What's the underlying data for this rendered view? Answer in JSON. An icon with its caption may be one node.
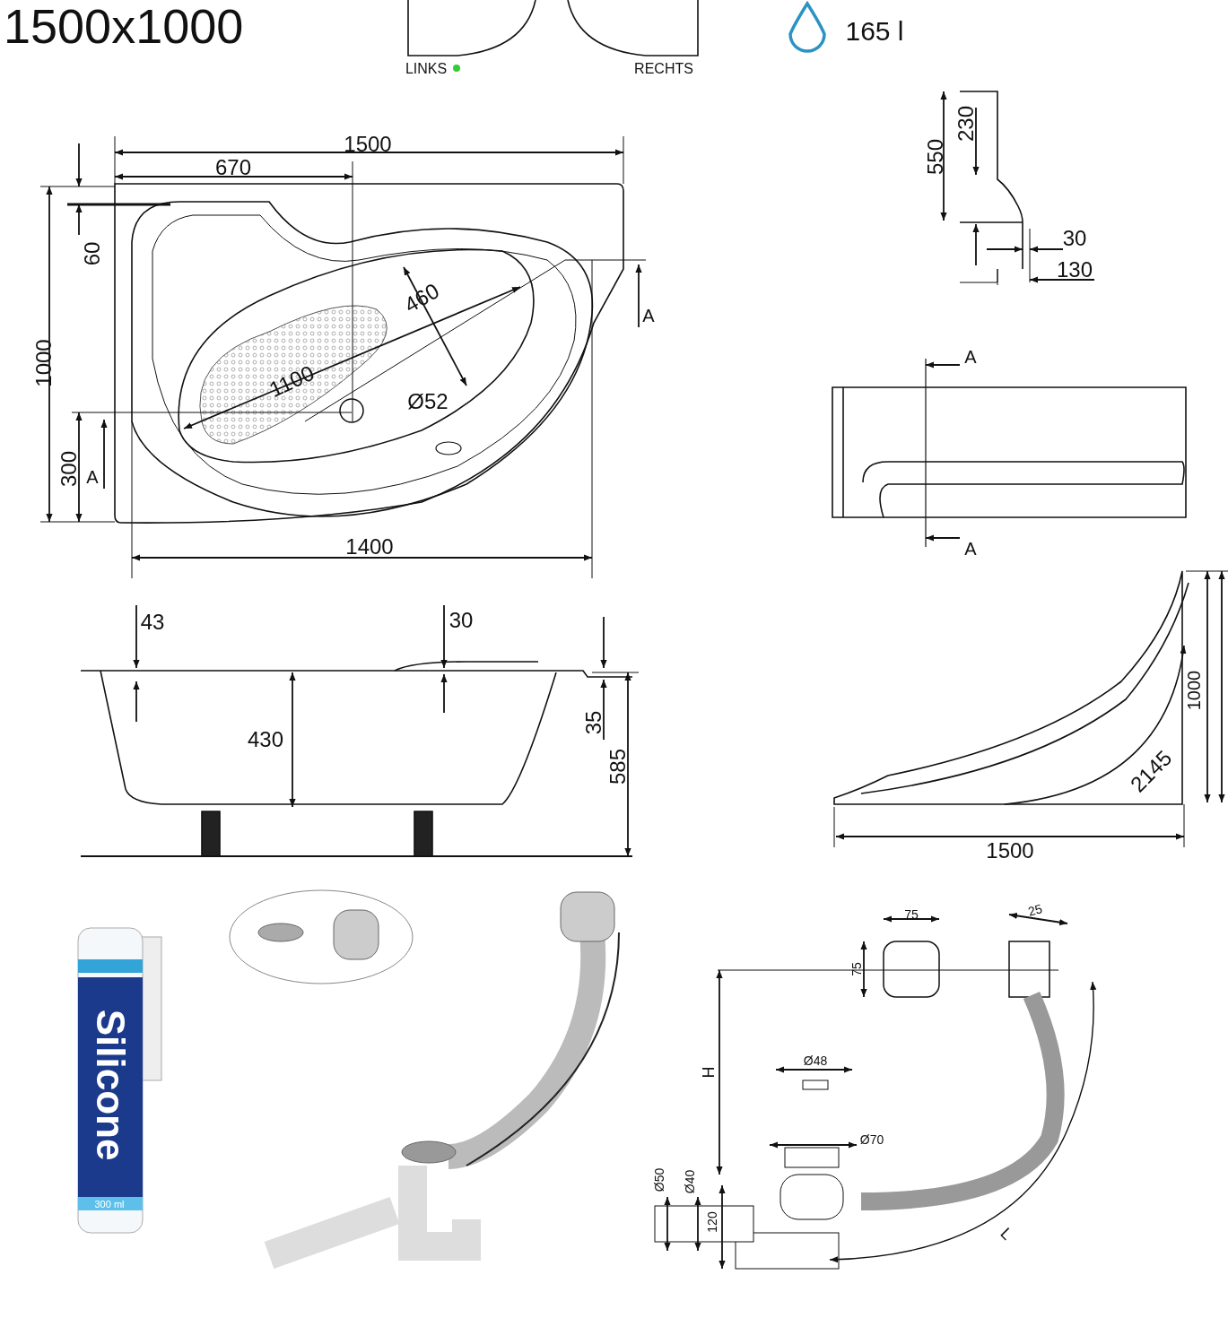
{
  "diagram": {
    "title": "1500x1000",
    "labels": [
      "LINKS",
      "RECHTS",
      "165 l",
      "1500",
      "670",
      "550",
      "230",
      "60",
      "460",
      "A",
      "1000",
      "1100",
      "Ø52",
      "30",
      "130",
      "A",
      "300",
      "A",
      "1400",
      "A",
      "43",
      "30",
      "35",
      "430",
      "585",
      "1000",
      "2145",
      "1500",
      "75",
      "25",
      "75",
      "H",
      "Ø48",
      "Ø70",
      "Ø50",
      "Ø40",
      "120",
      "L",
      "Silicone",
      "300 ml"
    ]
  }
}
